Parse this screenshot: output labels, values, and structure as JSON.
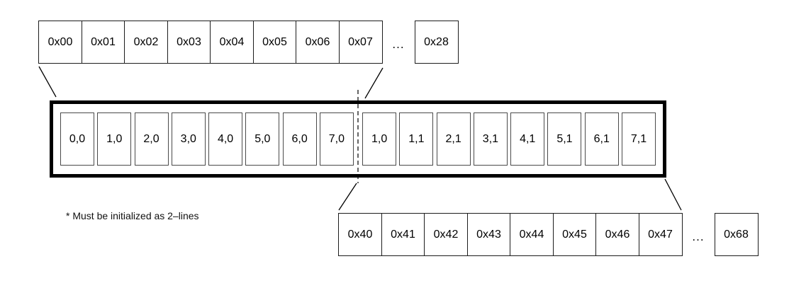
{
  "top_row": {
    "cells": [
      "0x00",
      "0x01",
      "0x02",
      "0x03",
      "0x04",
      "0x05",
      "0x06",
      "0x07"
    ],
    "ellipsis": "...",
    "last_cell": "0x28"
  },
  "line_box": {
    "cells": [
      "0,0",
      "1,0",
      "2,0",
      "3,0",
      "4,0",
      "5,0",
      "6,0",
      "7,0",
      "1,0",
      "1,1",
      "2,1",
      "3,1",
      "4,1",
      "5,1",
      "6,1",
      "7,1"
    ]
  },
  "bottom_row": {
    "cells": [
      "0x40",
      "0x41",
      "0x42",
      "0x43",
      "0x44",
      "0x45",
      "0x46",
      "0x47"
    ],
    "ellipsis": "...",
    "last_cell": "0x68"
  },
  "footnote": "* Must be initialized as 2–lines",
  "colors": {
    "background": "#ffffff",
    "line": "#000000",
    "thin_border": "#1c1c1c",
    "inner_cell_border": "#4a4a4a"
  }
}
